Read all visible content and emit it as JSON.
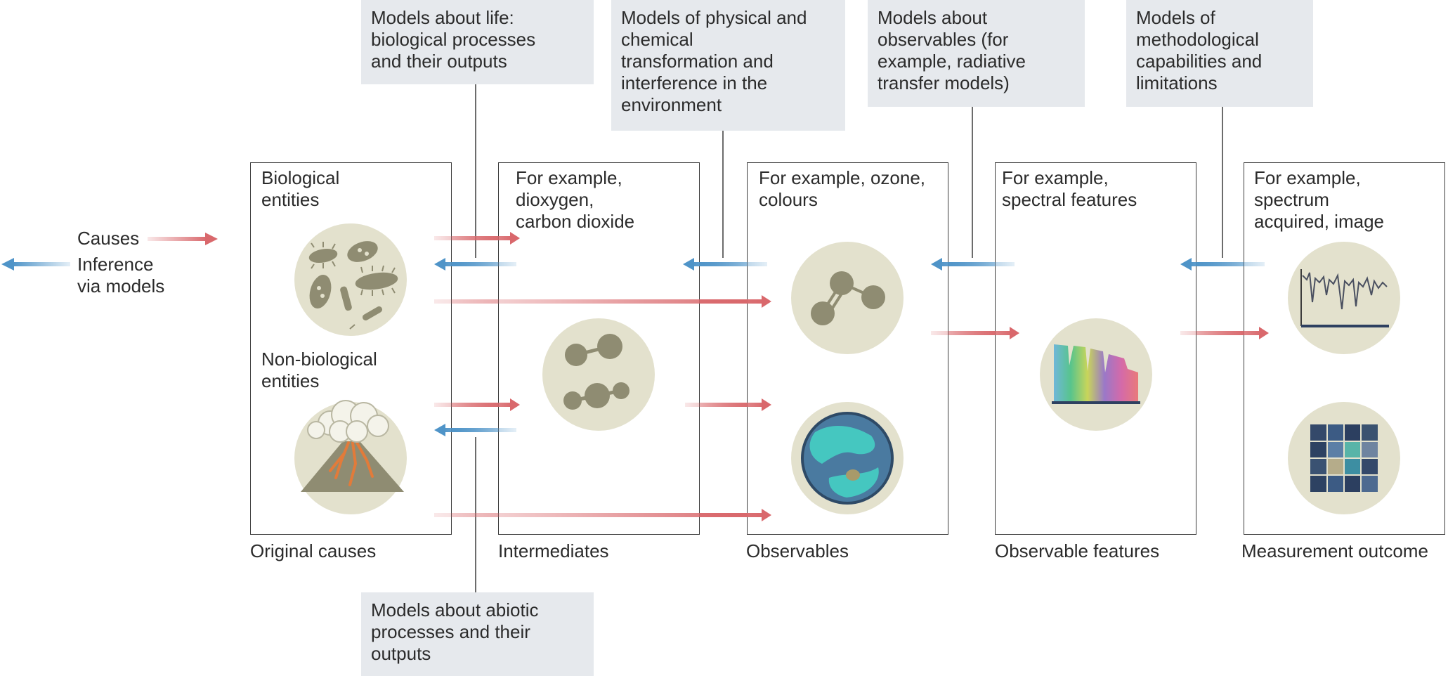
{
  "legend": {
    "causes": "Causes",
    "inference": "Inference\nvia models"
  },
  "notes": {
    "life": "Models about life:\nbiological processes\nand their outputs",
    "physical": "Models of physical and\nchemical\ntransformation and\ninterference in the\nenvironment",
    "observables": "Models about\nobservables (for\nexample, radiative\ntransfer models)",
    "methodological": "Models of\nmethodological\ncapabilities and\nlimitations",
    "abiotic": "Models about abiotic\nprocesses and their\noutputs"
  },
  "stages": {
    "causes": {
      "label": "Original causes",
      "biological": "Biological\nentities",
      "nonbiological": "Non-biological\nentities"
    },
    "intermediates": {
      "label": "Intermediates",
      "example": "For example,\ndioxygen,\ncarbon dioxide"
    },
    "observables": {
      "label": "Observables",
      "example": "For example, ozone,\ncolours"
    },
    "features": {
      "label": "Observable features",
      "example": "For example,\nspectral features"
    },
    "measurement": {
      "label": "Measurement outcome",
      "example": "For example,\nspectrum\nacquired, image"
    }
  },
  "colors": {
    "causes_arrow": "#d9686c",
    "inference_arrow": "#4f94c8",
    "circle_bg": "#e3e1cd",
    "blob": "#8f8c72",
    "note_bg": "#e6e9ed"
  },
  "icons": [
    "microbes-icon",
    "volcano-icon",
    "molecules-icon",
    "ozone-molecule-icon",
    "planet-icon",
    "spectral-features-icon",
    "spectrum-plot-icon",
    "pixel-image-icon"
  ]
}
